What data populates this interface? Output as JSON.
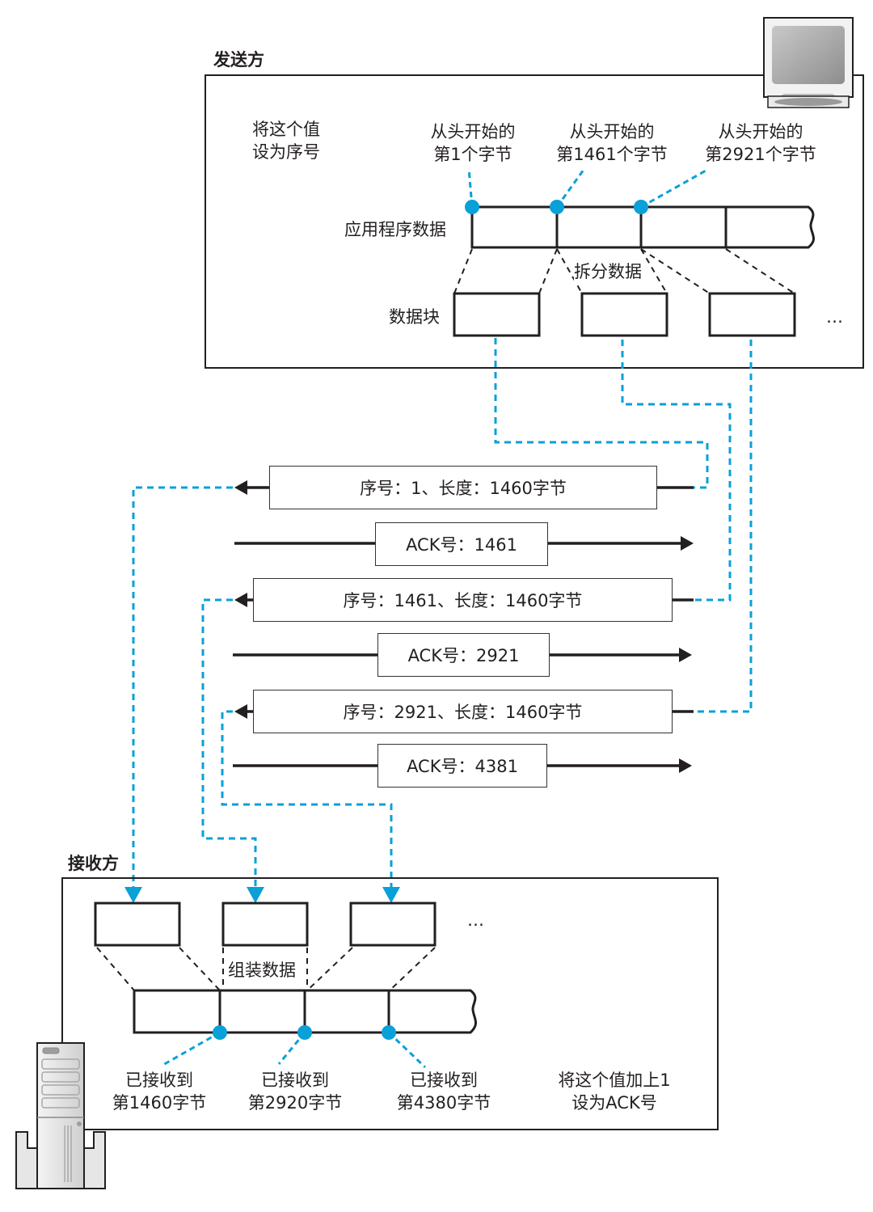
{
  "sender": {
    "title": "发送方",
    "note_line1": "将这个值",
    "note_line2": "设为序号",
    "app_data_label": "应用程序数据",
    "split_label": "拆分数据",
    "chunk_label": "数据块",
    "ellipsis": "…",
    "byte_markers": [
      {
        "line1": "从头开始的",
        "line2": "第1个字节"
      },
      {
        "line1": "从头开始的",
        "line2": "第1461个字节"
      },
      {
        "line1": "从头开始的",
        "line2": "第2921个字节"
      }
    ]
  },
  "packets": [
    {
      "direction": "to-receiver",
      "text": "序号：1、长度：1460字节"
    },
    {
      "direction": "to-sender",
      "text": "ACK号：1461"
    },
    {
      "direction": "to-receiver",
      "text": "序号：1461、长度：1460字节"
    },
    {
      "direction": "to-sender",
      "text": "ACK号：2921"
    },
    {
      "direction": "to-receiver",
      "text": "序号：2921、长度：1460字节"
    },
    {
      "direction": "to-sender",
      "text": "ACK号：4381"
    }
  ],
  "receiver": {
    "title": "接收方",
    "assemble_label": "组装数据",
    "ellipsis": "…",
    "received_markers": [
      {
        "line1": "已接收到",
        "line2": "第1460字节"
      },
      {
        "line1": "已接收到",
        "line2": "第2920字节"
      },
      {
        "line1": "已接收到",
        "line2": "第4380字节"
      }
    ],
    "note_line1": "将这个值加上1",
    "note_line2": "设为ACK号"
  },
  "colors": {
    "accent": "#0aa0d8",
    "line": "#231f20"
  }
}
